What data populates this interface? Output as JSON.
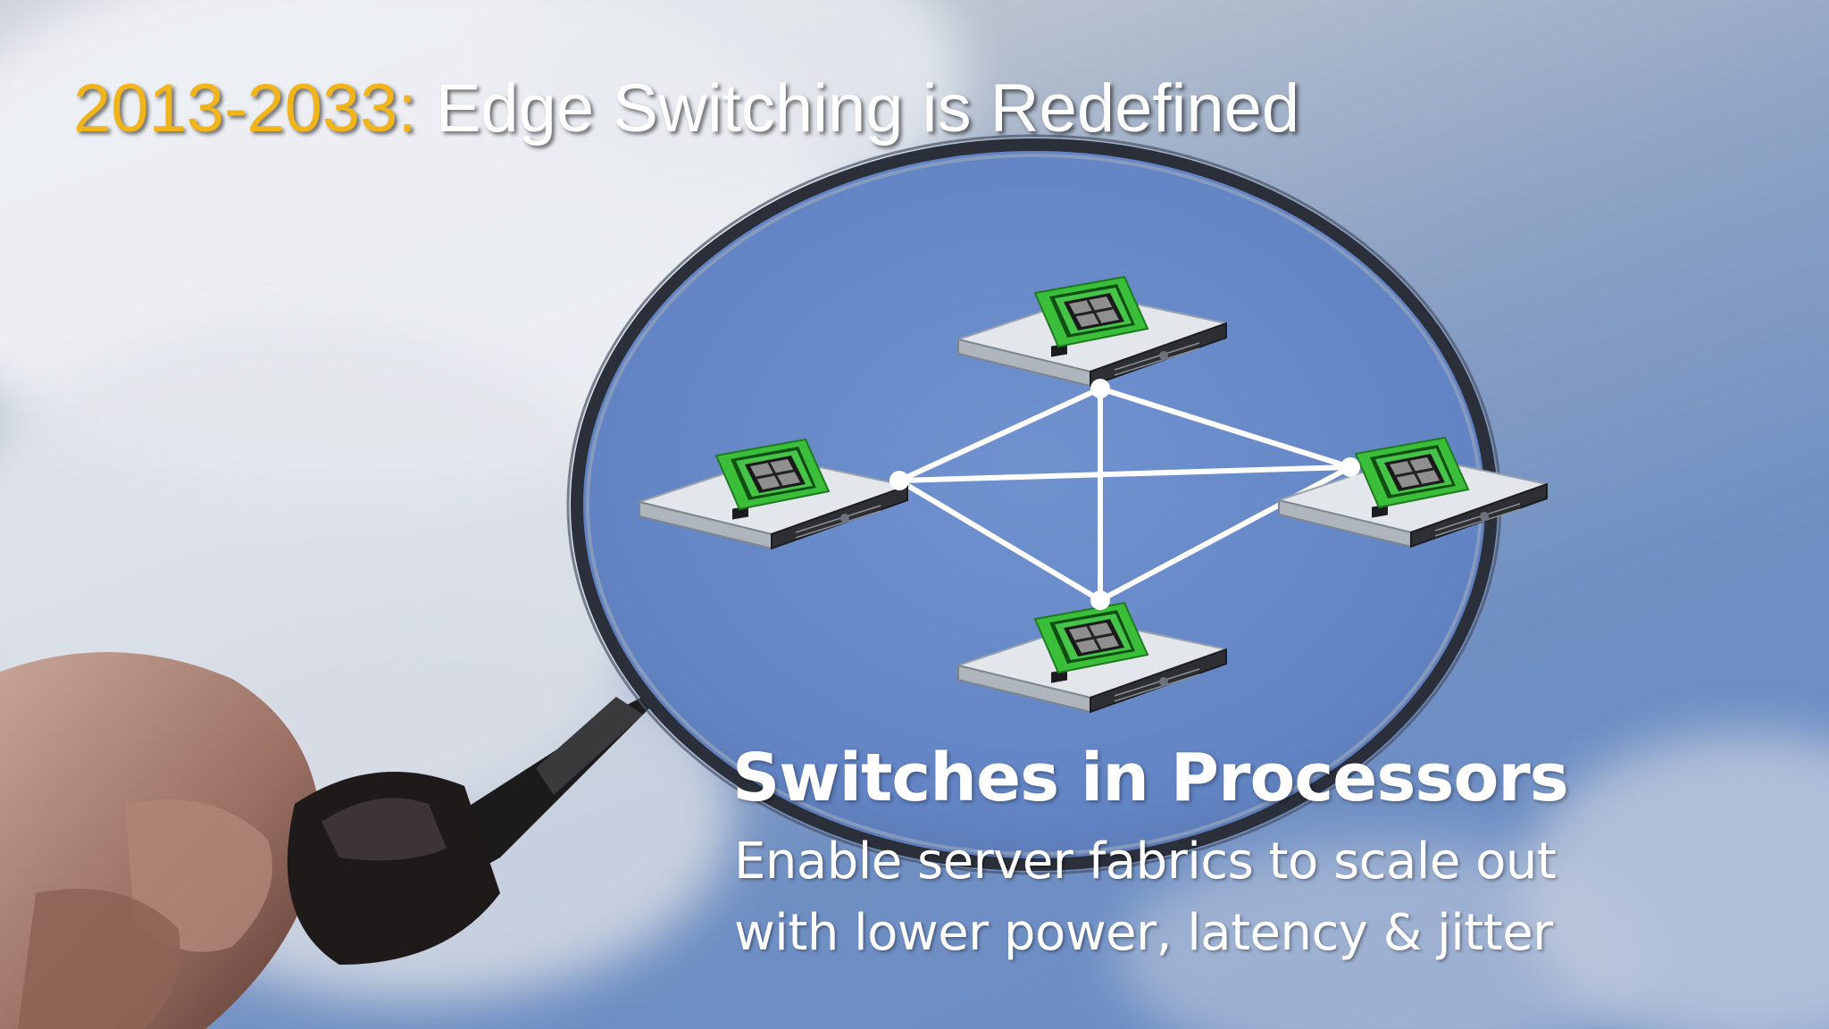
{
  "slide": {
    "title_year": "2013-2033:",
    "title_rest": " Edge Switching is Redefined",
    "headline": "Switches in Processors",
    "subline_1": "Enable server fabrics to scale out",
    "subline_2": "with lower power, latency & jitter"
  },
  "colors": {
    "title_year": "#f1b41a",
    "title_text": "#ffffff",
    "sky": "#6f8fc3",
    "chip_green": "#3bbf3b",
    "network_line": "#ffffff"
  },
  "icons": [
    "magnifying-glass-icon",
    "server-icon",
    "processor-chip-icon",
    "network-node-icon"
  ]
}
